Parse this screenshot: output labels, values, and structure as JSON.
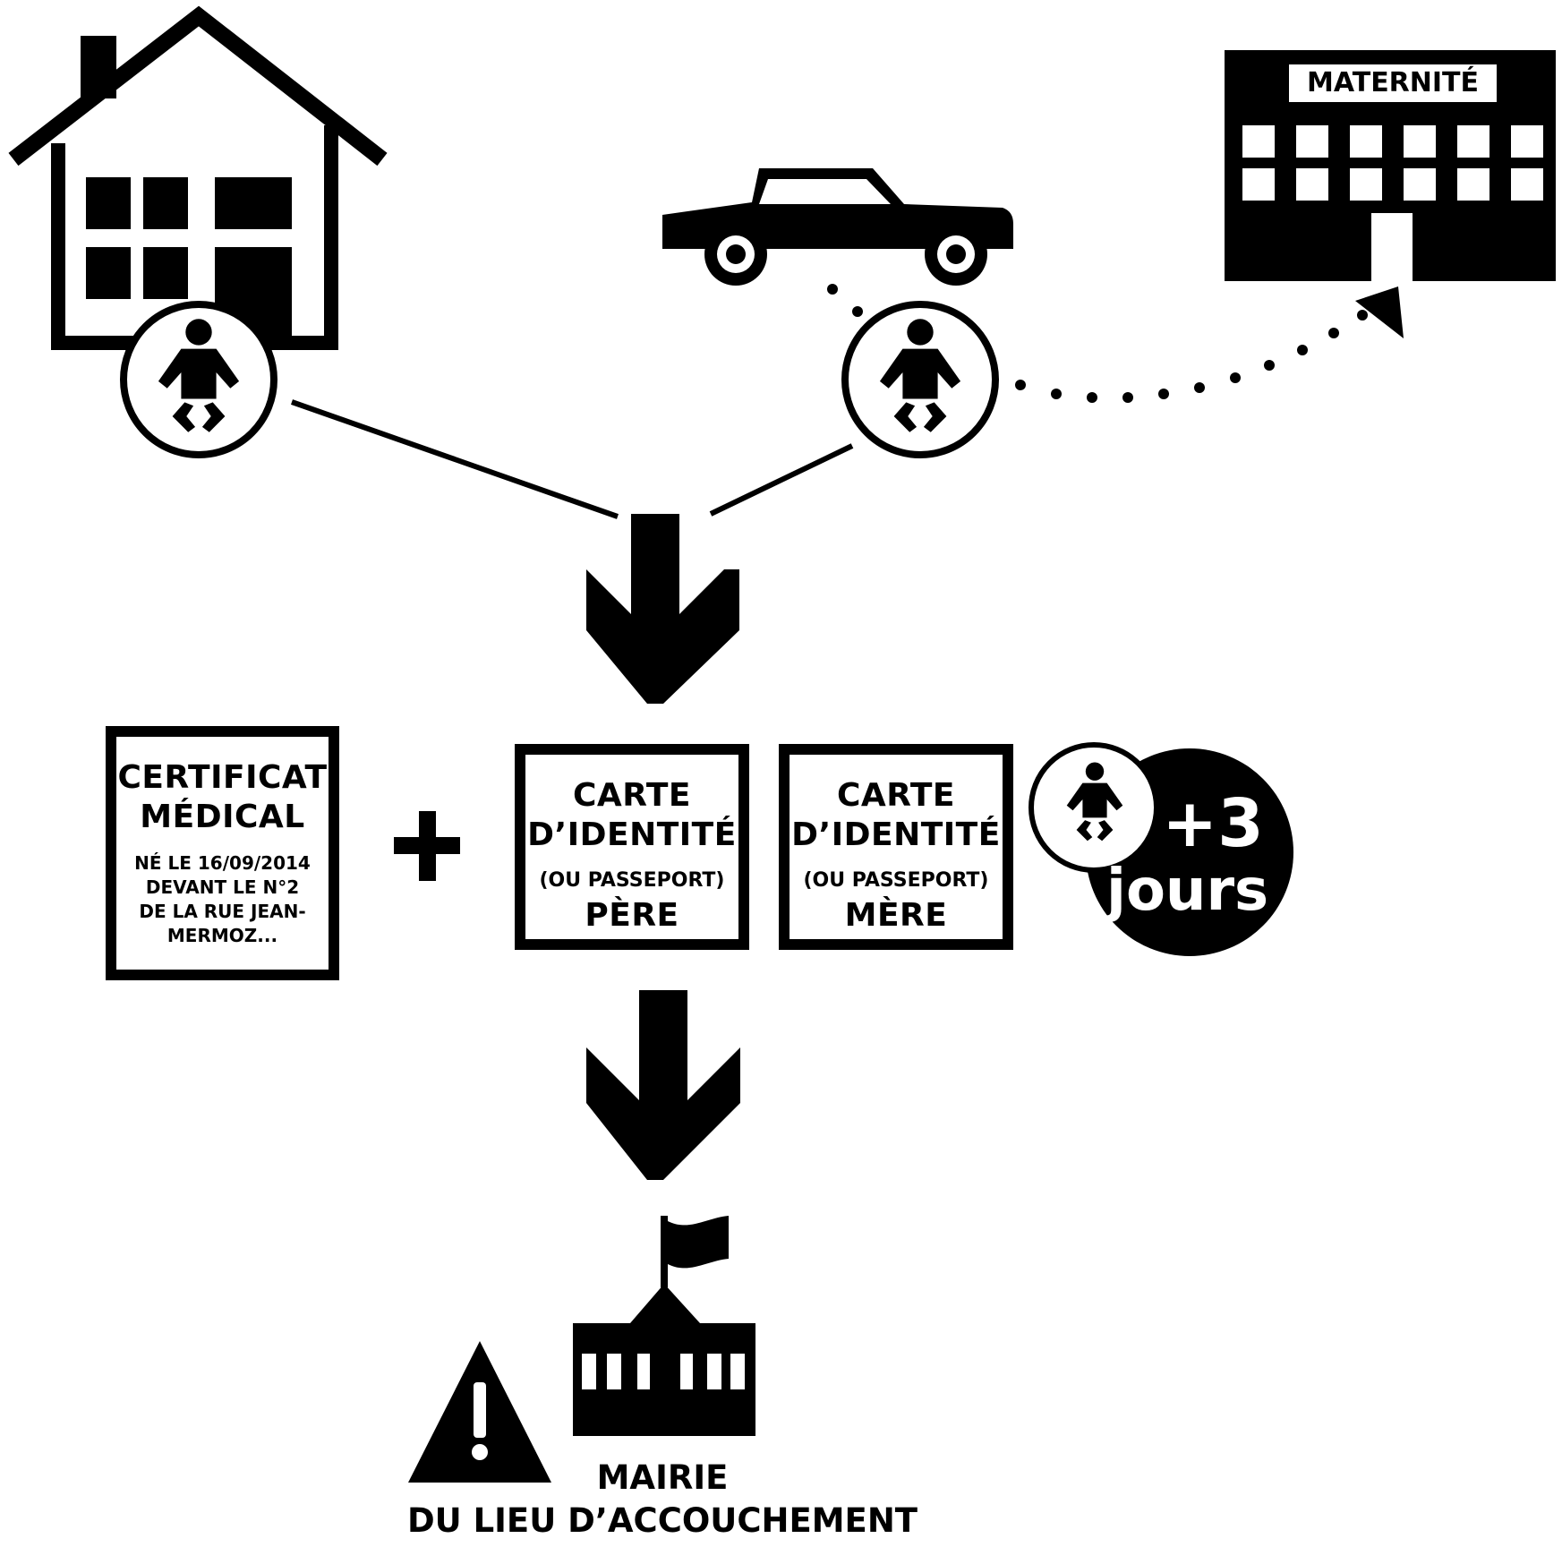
{
  "hospital": {
    "sign": "MATERNITÉ"
  },
  "certificate": {
    "title_line1": "CERTIFICAT",
    "title_line2": "MÉDICAL",
    "detail_lines": [
      "NÉ LE 16/09/2014",
      "DEVANT LE N°2",
      "DE LA RUE JEAN-",
      "MERMOZ..."
    ]
  },
  "plus_sign": "+",
  "id_card_father": {
    "line1": "CARTE",
    "line2": "D’IDENTITÉ",
    "line3": "(OU PASSEPORT)",
    "line4": "PÈRE"
  },
  "id_card_mother": {
    "line1": "CARTE",
    "line2": "D’IDENTITÉ",
    "line3": "(OU PASSEPORT)",
    "line4": "MÈRE"
  },
  "deadline_badge": {
    "amount": "+3",
    "unit": "jours"
  },
  "town_hall": {
    "line1": "MAIRIE",
    "line2": "DU LIEU D’ACCOUCHEMENT"
  },
  "icons": [
    "house-icon",
    "car-icon",
    "maternity-building-icon",
    "baby-icon",
    "arrow-down-icon",
    "warning-icon",
    "town-hall-icon"
  ],
  "colors": {
    "ink": "#000000",
    "paper": "#ffffff"
  }
}
